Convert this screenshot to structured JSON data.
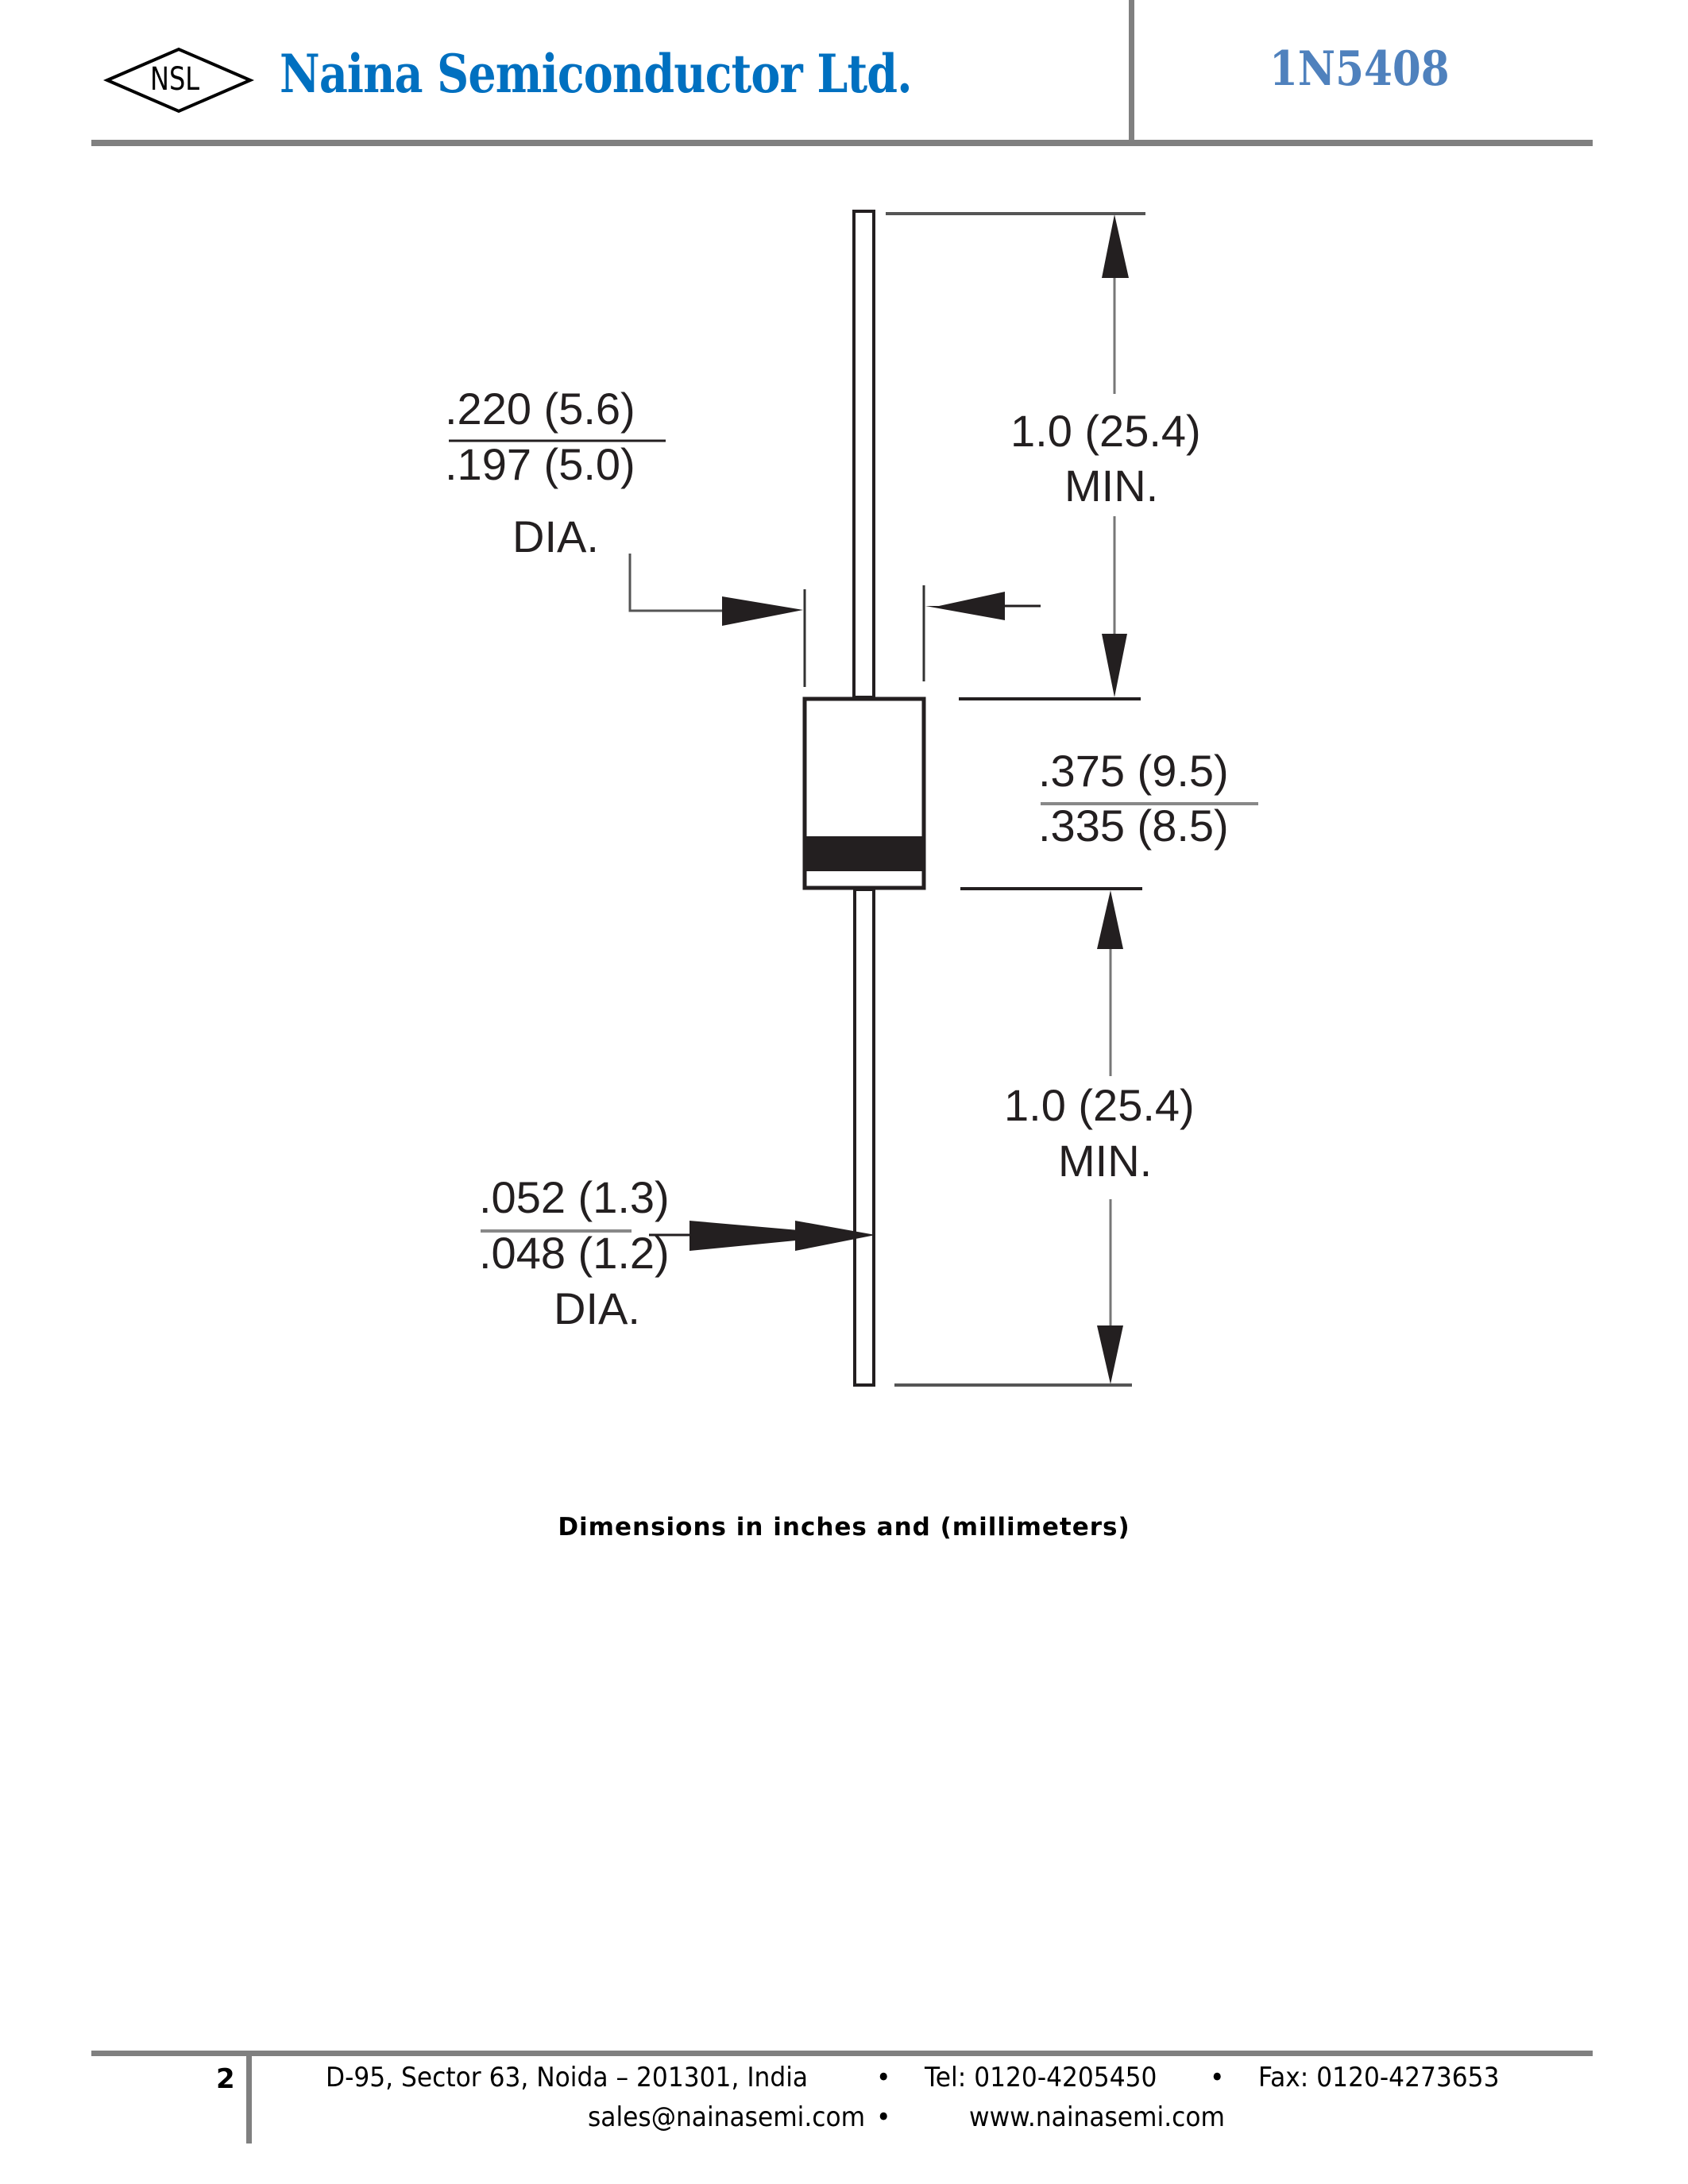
{
  "header": {
    "logo_text": "NSL",
    "company_name": "Naina Semiconductor Ltd.",
    "part_number": "1N5408",
    "brand_color": "#0070c0",
    "part_color": "#4f81bd",
    "rule_color": "#808080"
  },
  "drawing": {
    "body_diameter": {
      "max": ".220 (5.6)",
      "min": ".197 (5.0)",
      "label": "DIA."
    },
    "top_lead_length": {
      "value": "1.0 (25.4)",
      "label": "MIN."
    },
    "body_length": {
      "max": ".375 (9.5)",
      "min": ".335 (8.5)"
    },
    "bottom_lead_length": {
      "value": "1.0 (25.4)",
      "label": "MIN."
    },
    "lead_diameter": {
      "max": ".052 (1.3)",
      "min": ".048 (1.2)",
      "label": "DIA."
    }
  },
  "caption": "Dimensions in inches and (millimeters)",
  "footer": {
    "page_number": "2",
    "address": "D-95, Sector 63, Noida – 201301, India",
    "tel": "Tel: 0120-4205450",
    "fax": "Fax: 0120-4273653",
    "email": "sales@nainasemi.com",
    "website": "www.nainasemi.com",
    "separator": "•"
  }
}
